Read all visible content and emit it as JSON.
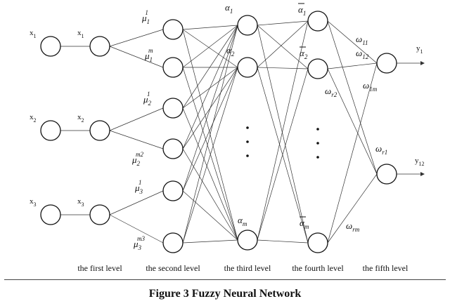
{
  "figure": {
    "caption": "Figure 3 Fuzzy Neural Network",
    "level_labels": [
      "the first level",
      "the second level",
      "the third level",
      "the fourth level",
      "the fifth level"
    ],
    "inputs": [
      {
        "name": "x",
        "sub": "1"
      },
      {
        "name": "x",
        "sub": "2"
      },
      {
        "name": "x",
        "sub": "3"
      }
    ],
    "membership": [
      {
        "sym": "μ",
        "sub": "1",
        "sup": "1"
      },
      {
        "sym": "μ",
        "sub": "1",
        "sup": "m"
      },
      {
        "sym": "μ",
        "sub": "2",
        "sup": "1"
      },
      {
        "sym": "μ",
        "sub": "2",
        "sup": "m2"
      },
      {
        "sym": "μ",
        "sub": "3",
        "sup": "1"
      },
      {
        "sym": "μ",
        "sub": "3",
        "sup": "m3"
      }
    ],
    "rules": [
      {
        "sym": "α",
        "sub": "1"
      },
      {
        "sym": "α",
        "sub": "2"
      },
      {
        "sym": "α",
        "sub": "m"
      }
    ],
    "normalized": [
      {
        "sym": "α",
        "sub": "1"
      },
      {
        "sym": "α",
        "sub": "2"
      },
      {
        "sym": "α",
        "sub": "m"
      }
    ],
    "weights": [
      {
        "sym": "ω",
        "sub": "11"
      },
      {
        "sym": "ω",
        "sub": "12"
      },
      {
        "sym": "ω",
        "sub": "r2"
      },
      {
        "sym": "ω",
        "sub": "1m"
      },
      {
        "sym": "ω",
        "sub": "r1"
      },
      {
        "sym": "ω",
        "sub": "rm"
      }
    ],
    "outputs": [
      {
        "name": "y",
        "sub": "1"
      },
      {
        "name": "y",
        "sub": "12"
      }
    ]
  }
}
